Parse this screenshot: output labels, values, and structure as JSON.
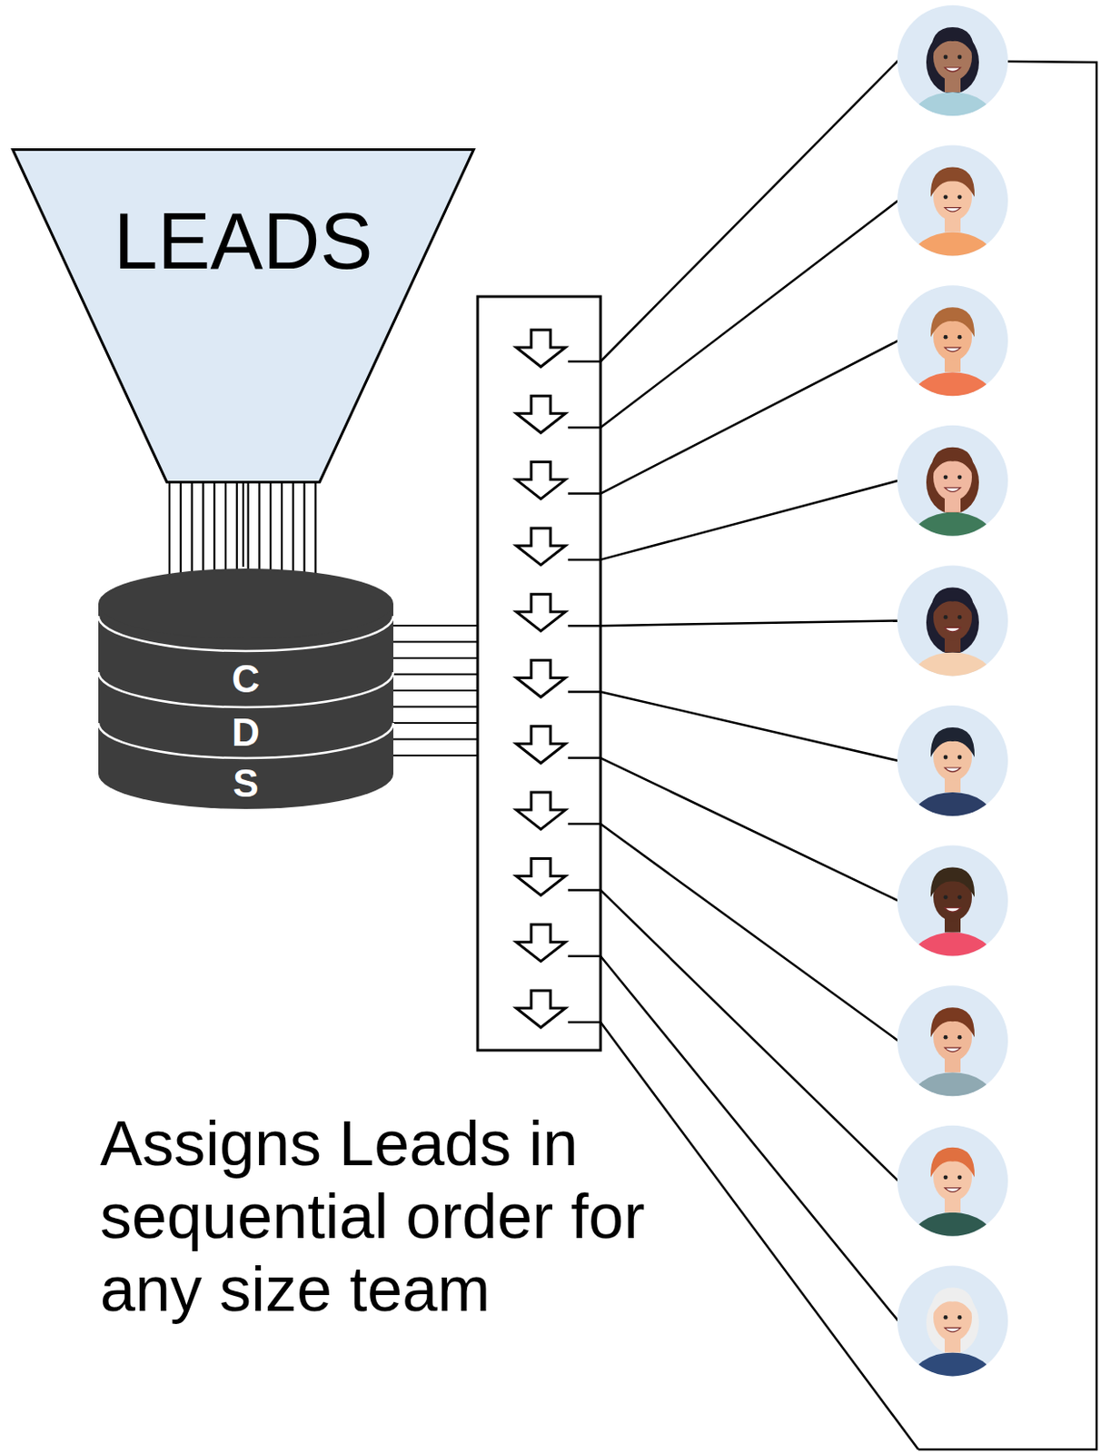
{
  "diagram": {
    "caption": "Assigns Leads in sequential order for any size team",
    "nodes": [
      {
        "text": [
          "LEADS"
        ]
      },
      {
        "text": [
          "C",
          "D",
          "S"
        ]
      }
    ],
    "edges": [
      {
        "from": 0,
        "to": 1,
        "arrow": "none"
      }
    ]
  }
}
